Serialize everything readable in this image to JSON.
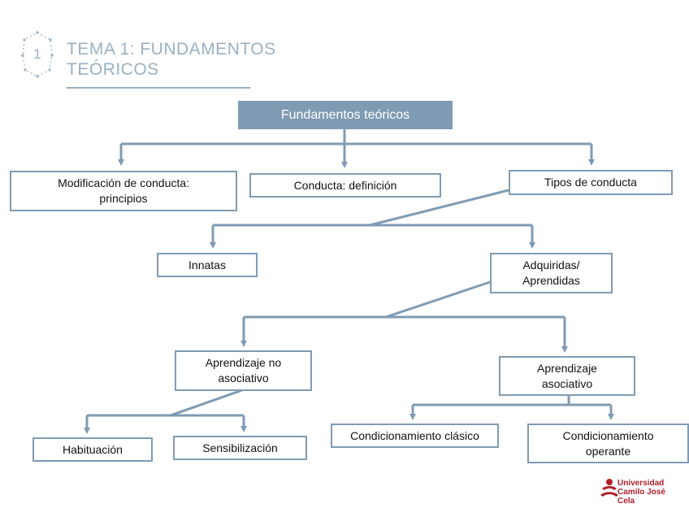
{
  "header": {
    "section_number": "1",
    "title": "TEMA 1: FUNDAMENTOS\nTEÓRICOS"
  },
  "colors": {
    "accent": "#7f9bb3",
    "title": "#9ab0c3",
    "brand": "#b01e2a"
  },
  "diagram": {
    "root": "Fundamentos teóricos",
    "modificacion": "Modificación de conducta:\nprincipios",
    "definicion": "Conducta: definición",
    "tipos": "Tipos de conducta",
    "innatas": "Innatas",
    "adquiridas": "Adquiridas/\nAprendidas",
    "no_asociativo": "Aprendizaje no\nasociativo",
    "asociativo": "Aprendizaje\nasociativo",
    "habituacion": "Habituación",
    "sensibilizacion": "Sensibilización",
    "clasico": "Condicionamiento clásico",
    "operante": "Condicionamiento\noperante"
  },
  "logo": {
    "text": "Universidad\nCamilo José Cela",
    "icon": "ucjc-logo-icon"
  }
}
